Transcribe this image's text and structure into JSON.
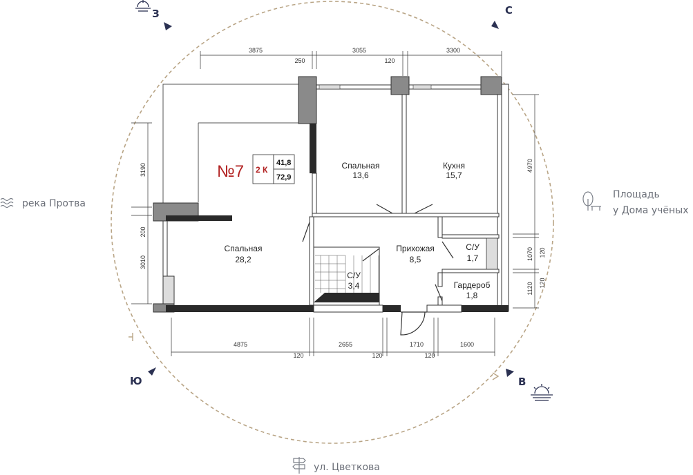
{
  "compass": {
    "west": "З",
    "north": "С",
    "south": "Ю",
    "east": "В",
    "ring_color": "#b9a586",
    "arrow_color": "#2b3152"
  },
  "landmarks": {
    "river": "река Протва",
    "square_line1": "Площадь",
    "square_line2": "у Дома учёных",
    "street": "ул. Цветкова",
    "icons": [
      "waves-icon",
      "tree-bench-icon",
      "signpost-icon",
      "sunrise-icon",
      "sunset-icon"
    ]
  },
  "apartment": {
    "number": "№7",
    "rooms": "2 К",
    "living_area": "41,8",
    "total_area": "72,9"
  },
  "rooms": [
    {
      "name": "Спальная",
      "area": "13,6"
    },
    {
      "name": "Кухня",
      "area": "15,7"
    },
    {
      "name": "Спальная",
      "area": "28,2"
    },
    {
      "name": "Прихожая",
      "area": "8,5"
    },
    {
      "name": "С/У",
      "area": "1,7"
    },
    {
      "name": "С/У",
      "area": "3,4"
    },
    {
      "name": "Гардероб",
      "area": "1,8"
    }
  ],
  "dimensions": {
    "top": [
      "3875",
      "250",
      "3055",
      "120",
      "3300"
    ],
    "bottom": [
      "4875",
      "120",
      "2655",
      "120",
      "1710",
      "120",
      "1600"
    ],
    "left": [
      "3190",
      "200",
      "3010"
    ],
    "right": [
      "4970",
      "1070",
      "120",
      "1120",
      "120"
    ]
  },
  "colors": {
    "wall": "#8a8a8a",
    "wall_dark": "#2a2a2a",
    "line": "#333333",
    "accent": "#b22222"
  }
}
